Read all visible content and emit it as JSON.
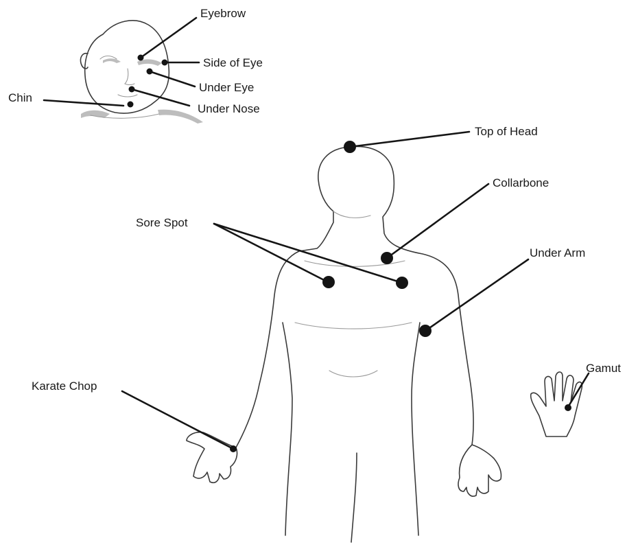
{
  "labels": {
    "eyebrow": "Eyebrow",
    "side_of_eye": "Side of Eye",
    "under_eye": "Under Eye",
    "under_nose": "Under Nose",
    "chin": "Chin",
    "top_of_head": "Top of Head",
    "collarbone": "Collarbone",
    "sore_spot": "Sore Spot",
    "under_arm": "Under Arm",
    "karate_chop": "Karate Chop",
    "gamut": "Gamut"
  }
}
